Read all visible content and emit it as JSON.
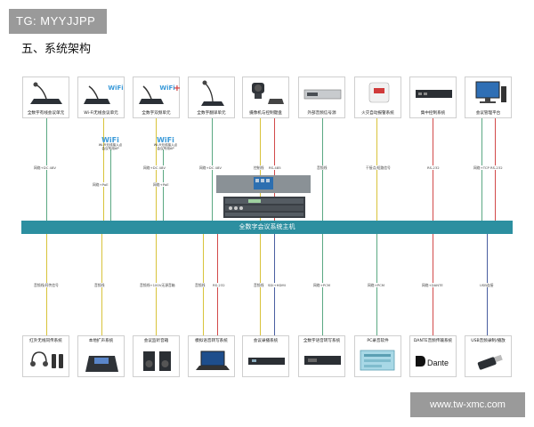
{
  "watermark_top": "TG: MYYJJPP",
  "watermark_bottom": "www.tw-xmc.com",
  "heading": "五、系统架构",
  "main_host": {
    "label": "全数字会议系统主机"
  },
  "top_devices": [
    {
      "label": "全数字有线会议单元",
      "icon": "desk-microphone-icon"
    },
    {
      "label": "Wi-Fi无线会议单元",
      "icon": "wifi-microphone-icon"
    },
    {
      "label": "全数字双频单元",
      "icon": "wifi-microphone-plus-icon"
    },
    {
      "label": "全数字翻译单元",
      "icon": "gooseneck-microphone-icon"
    },
    {
      "label": "摄像机与控制键盘",
      "icon": "camera-keyboard-icon"
    },
    {
      "label": "外部音频信号源",
      "icon": "audio-source-icon"
    },
    {
      "label": "火灾自动报警系统",
      "icon": "fire-alarm-icon"
    },
    {
      "label": "集中控制系统",
      "icon": "central-control-icon"
    },
    {
      "label": "会议管理平台",
      "icon": "computer-monitor-icon"
    }
  ],
  "wifi_badges": [
    {
      "lines": [
        "Wi-Fi无线接入点",
        "会议专用AP"
      ]
    },
    {
      "lines": [
        "Wi-Fi无线接入点",
        "会议专用AP"
      ]
    }
  ],
  "bottom_devices": [
    {
      "label": "红外无线同传系统",
      "icon": "infrared-headset-icon"
    },
    {
      "label": "本地扩声系统",
      "icon": "mixer-console-icon"
    },
    {
      "label": "会议监听音箱",
      "icon": "monitor-speaker-icon"
    },
    {
      "label": "模拟语音转写系统",
      "icon": "laptop-icon"
    },
    {
      "label": "会议录播系统",
      "icon": "recorder-icon"
    },
    {
      "label": "全数字语音转写系统",
      "icon": "transcriber-icon"
    },
    {
      "label": "PC录音软件",
      "icon": "pc-software-icon"
    },
    {
      "label": "DANTE音频传输系统",
      "icon": "dante-logo-icon",
      "logo_text": "Dante"
    },
    {
      "label": "USB音频录制/播放",
      "icon": "usb-drive-icon"
    }
  ],
  "top_links": [
    {
      "label": "网络+DC 48V",
      "color": "#5aa882"
    },
    {
      "label": "网络+PoE",
      "color": "#5aa882"
    },
    {
      "label": "网络+DC 48V",
      "color": "#5aa882"
    },
    {
      "label": "网络+PoE",
      "color": "#5aa882"
    },
    {
      "label": "网络+DC 48V",
      "color": "#5aa882"
    },
    {
      "label": "Wi-Fi",
      "color": "#d8c33a"
    },
    {
      "label": "网络+DC 48V",
      "color": "#5aa882"
    },
    {
      "label": "控制线",
      "color": "#d8c33a"
    },
    {
      "label": "RS-485",
      "color": "#d24a4a"
    },
    {
      "label": "音频线",
      "color": "#5aa882"
    },
    {
      "label": "干接点/短路信号",
      "color": "#d8c33a"
    },
    {
      "label": "RS-232",
      "color": "#d24a4a"
    },
    {
      "label": "网络+TCP",
      "color": "#5aa882"
    },
    {
      "label": "RS-232",
      "color": "#d24a4a"
    }
  ],
  "bottom_links": [
    {
      "label": "音频线/同传信号",
      "color": "#d8c33a"
    },
    {
      "label": "音频线",
      "color": "#d8c33a"
    },
    {
      "label": "音频线+100V无源音箱",
      "color": "#d8c33a"
    },
    {
      "label": "音频线",
      "color": "#d8c33a"
    },
    {
      "label": "RS-232",
      "color": "#d24a4a"
    },
    {
      "label": "音频线",
      "color": "#d8c33a"
    },
    {
      "label": "SDI+HDMI",
      "color": "#4a5fa0"
    },
    {
      "label": "网络+PCM",
      "color": "#5aa882"
    },
    {
      "label": "网络+PCM",
      "color": "#5aa882"
    },
    {
      "label": "网络+DANTE",
      "color": "#d24a4a"
    },
    {
      "label": "USB连接",
      "color": "#4a5fa0"
    }
  ]
}
